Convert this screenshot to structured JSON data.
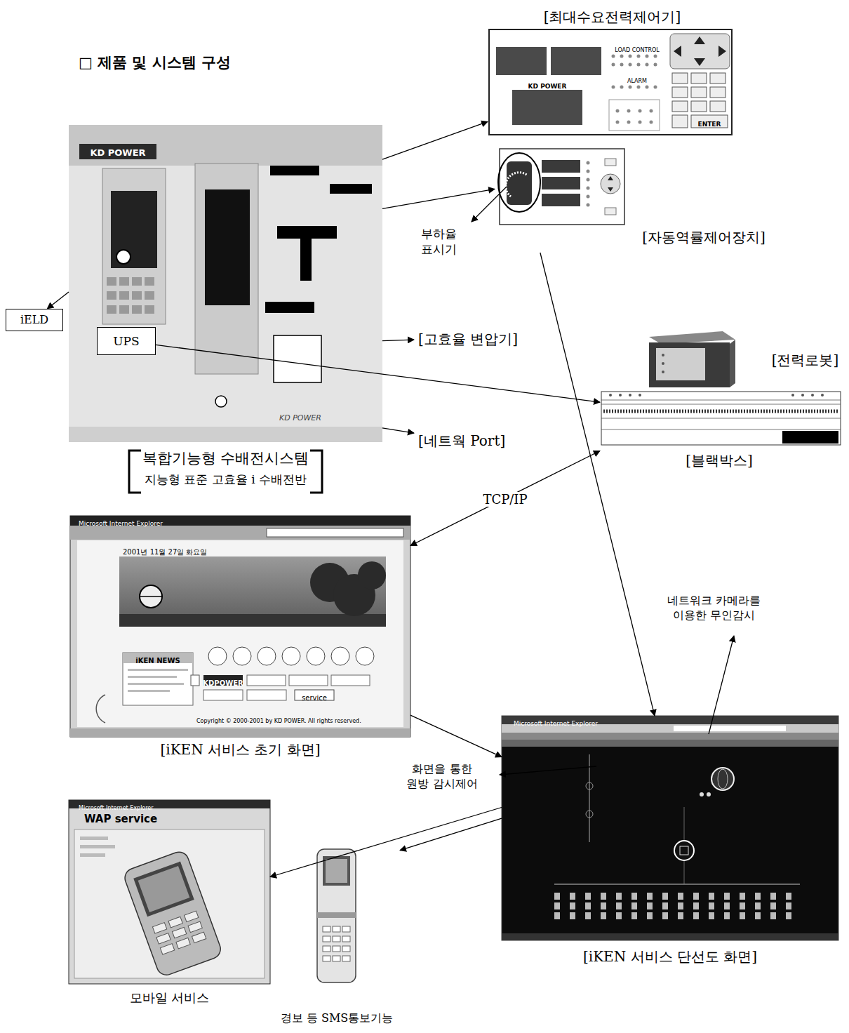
{
  "diagram": {
    "title": "□ 제품 및 시스템 구성",
    "nodes": [
      {
        "text": [
          "[최대수요전력제어기]"
        ]
      },
      {
        "text": [
          "복합기능형 수배전시스템",
          "지능형 표준 고효율 i 수배전반"
        ]
      },
      {
        "text": [
          "UPS"
        ],
        "in": 1
      },
      {
        "text": [
          "[자동역률제어장치]"
        ]
      },
      {
        "text": [
          "iELD"
        ]
      },
      {
        "text": [
          "[고효율 변압기]"
        ]
      },
      {
        "text": [
          "[전력로봇]"
        ]
      },
      {
        "text": [
          "[네트웍 Port]"
        ]
      },
      {
        "text": [
          "[블랙박스]"
        ]
      },
      {
        "text": [
          "[iKEN 서비스 초기 화면]"
        ]
      },
      {
        "text": [
          "[iKEN 서비스 단선도 화면]"
        ]
      },
      {
        "text": [
          "모바일 서비스"
        ]
      },
      {
        "text": [
          "경보 등 SMS통보기능"
        ]
      }
    ],
    "edges": [
      {
        "from": 1,
        "to": 0,
        "arrow": "to"
      },
      {
        "from": 1,
        "to": 3,
        "arrow": "to"
      },
      {
        "from": 1,
        "to": 4,
        "arrow": "to"
      },
      {
        "from": 2,
        "to": 8,
        "arrow": "to"
      },
      {
        "from": 1,
        "to": 5,
        "arrow": "to"
      },
      {
        "from": 1,
        "to": 7,
        "arrow": "to"
      },
      {
        "from": 8,
        "to": 9,
        "arrow": "both",
        "label": "TCP/IP"
      },
      {
        "from": 9,
        "to": 10,
        "arrow": "to"
      },
      {
        "from": 3,
        "to": 10,
        "arrow": "to"
      },
      {
        "from": 10,
        "to": 11,
        "arrow": "to"
      },
      {
        "from": 10,
        "to": 12,
        "arrow": "to"
      }
    ],
    "labels": [
      "KD POWER",
      "KD POWER",
      "LOAD CONTROL",
      "ALARM",
      "KD POWER",
      "ENTER",
      "부하율 표시기",
      "Microsoft Internet Explorer",
      "2001년 11월 27일 화요일",
      "iKEN NEWS",
      "KDPOWER",
      "service",
      "Copyright © 2000-2001 by KD POWER. All rights reserved.",
      "네트워크 카메라를 이용한 무인감시",
      "Microsoft Internet Explorer",
      "화면을 통한 원방 감시제어",
      "Microsoft Internet Explorer",
      "WAP service"
    ]
  }
}
